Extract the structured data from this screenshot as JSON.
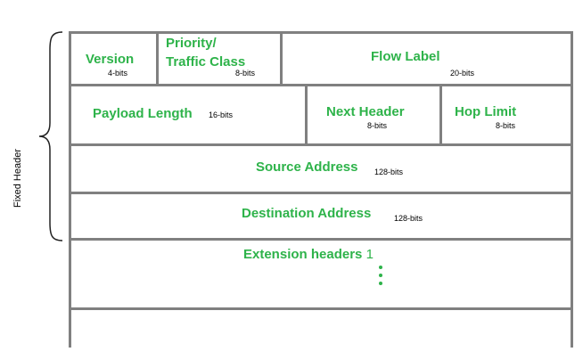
{
  "side_label": "Fixed Header",
  "fields": {
    "version": {
      "name": "Version",
      "bits": "4-bits"
    },
    "priority": {
      "name_line1": "Priority/",
      "name_line2": "Traffic Class",
      "bits": "8-bits"
    },
    "flow_label": {
      "name": "Flow Label",
      "bits": "20-bits"
    },
    "payload_length": {
      "name": "Payload Length",
      "bits": "16-bits"
    },
    "next_header": {
      "name": "Next Header",
      "bits": "8-bits"
    },
    "hop_limit": {
      "name": "Hop Limit",
      "bits": "8-bits"
    },
    "source_address": {
      "name": "Source Address",
      "bits": "128-bits"
    },
    "destination_address": {
      "name": "Destination Address",
      "bits": "128-bits"
    },
    "extension_headers": {
      "name": "Extension headers",
      "index": "1"
    }
  },
  "colors": {
    "field_text": "#2eb34a",
    "border": "#808080",
    "bits_text": "#000000"
  }
}
